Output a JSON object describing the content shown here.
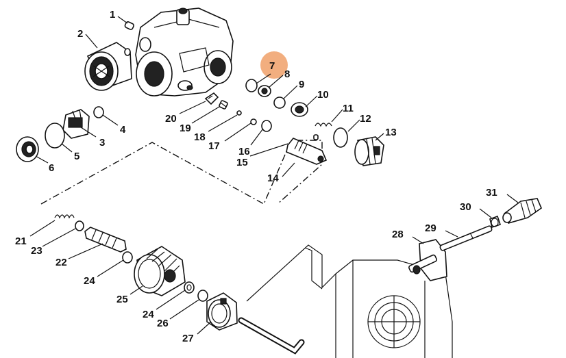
{
  "diagram": {
    "highlight_color": "#f0a068",
    "highlighted_part": "7",
    "parts": [
      {
        "id": "p1",
        "label": "1"
      },
      {
        "id": "p2",
        "label": "2"
      },
      {
        "id": "p3",
        "label": "3"
      },
      {
        "id": "p4",
        "label": "4"
      },
      {
        "id": "p5",
        "label": "5"
      },
      {
        "id": "p6",
        "label": "6"
      },
      {
        "id": "p7",
        "label": "7"
      },
      {
        "id": "p8",
        "label": "8"
      },
      {
        "id": "p9",
        "label": "9"
      },
      {
        "id": "p10",
        "label": "10"
      },
      {
        "id": "p11",
        "label": "11"
      },
      {
        "id": "p12",
        "label": "12"
      },
      {
        "id": "p13",
        "label": "13"
      },
      {
        "id": "p14",
        "label": "14"
      },
      {
        "id": "p15",
        "label": "15"
      },
      {
        "id": "p16",
        "label": "16"
      },
      {
        "id": "p17",
        "label": "17"
      },
      {
        "id": "p18",
        "label": "18"
      },
      {
        "id": "p19",
        "label": "19"
      },
      {
        "id": "p20",
        "label": "20"
      },
      {
        "id": "p21",
        "label": "21"
      },
      {
        "id": "p22",
        "label": "22"
      },
      {
        "id": "p23",
        "label": "23"
      },
      {
        "id": "p24a",
        "label": "24"
      },
      {
        "id": "p24b",
        "label": "24"
      },
      {
        "id": "p25",
        "label": "25"
      },
      {
        "id": "p26",
        "label": "26"
      },
      {
        "id": "p27",
        "label": "27"
      },
      {
        "id": "p28",
        "label": "28"
      },
      {
        "id": "p29",
        "label": "29"
      },
      {
        "id": "p30",
        "label": "30"
      },
      {
        "id": "p31",
        "label": "31"
      }
    ]
  }
}
